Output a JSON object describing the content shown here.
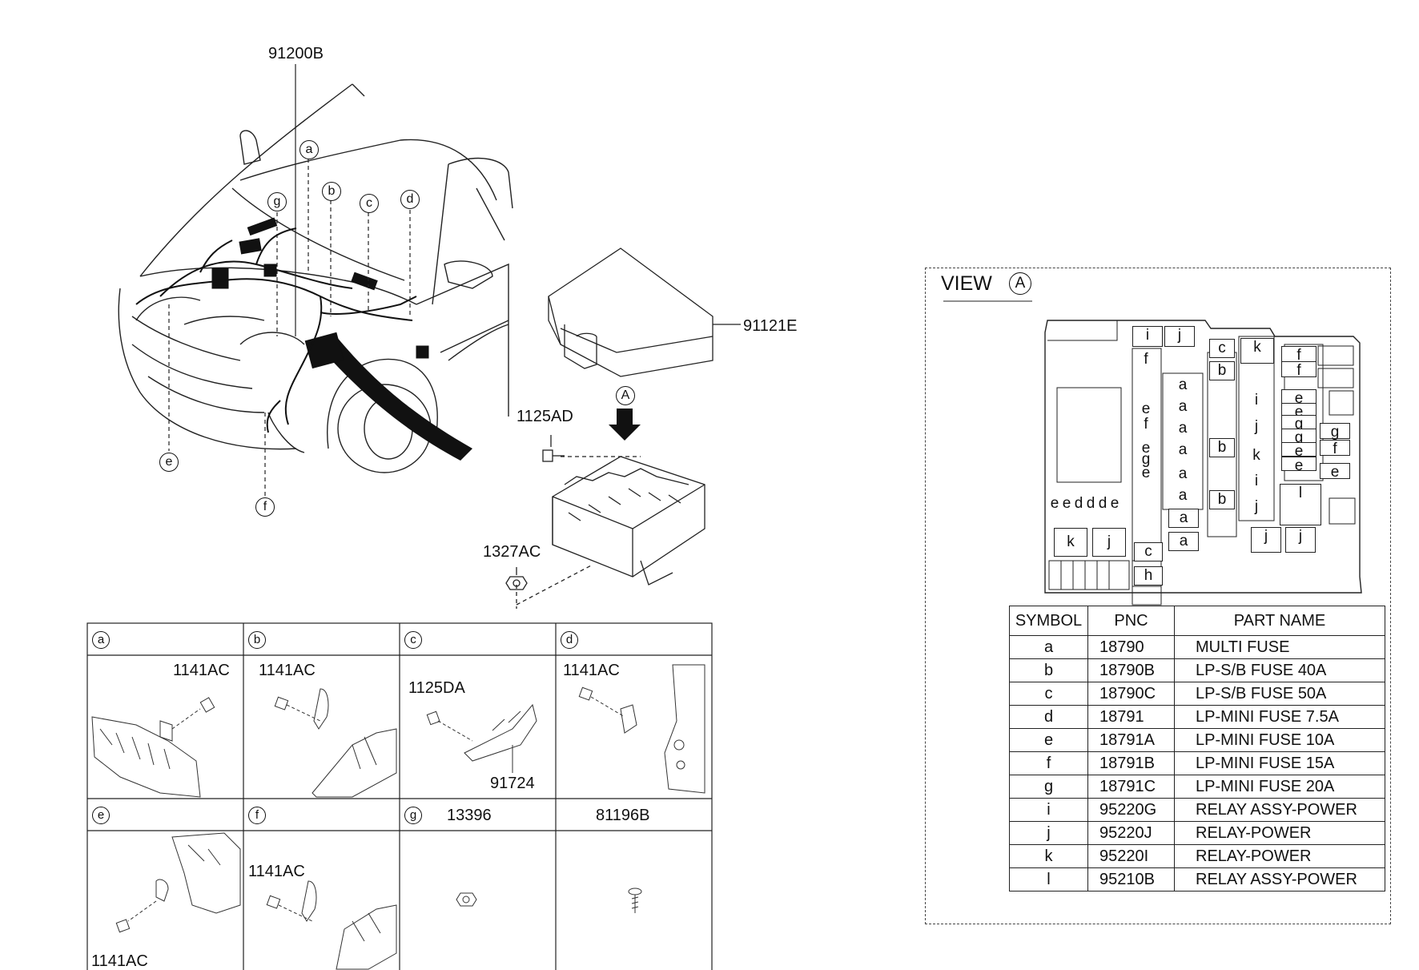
{
  "labels": {
    "harness": "91200B",
    "box_cover": "91121E",
    "bolt": "1125AD",
    "nut": "1327AC",
    "view_ref": "A"
  },
  "callouts": [
    "a",
    "b",
    "c",
    "d",
    "e",
    "f",
    "g"
  ],
  "cells": [
    {
      "letter": "a",
      "parts": [
        "1141AC"
      ]
    },
    {
      "letter": "b",
      "parts": [
        "1141AC"
      ]
    },
    {
      "letter": "c",
      "parts": [
        "1125DA",
        "91724"
      ]
    },
    {
      "letter": "d",
      "parts": [
        "1141AC"
      ]
    },
    {
      "letter": "e",
      "parts": [
        "1141AC"
      ]
    },
    {
      "letter": "f",
      "parts": [
        "1141AC"
      ]
    },
    {
      "letter": "g",
      "parts": [
        "13396"
      ]
    },
    {
      "letter": "",
      "parts": [
        "81196B"
      ]
    }
  ],
  "view": {
    "title": "VIEW",
    "ref": "A",
    "fuse_slots": [
      "i",
      "j",
      "f",
      "e",
      "f",
      "e",
      "g",
      "e",
      "c",
      "b",
      "b",
      "b",
      "k",
      "i",
      "j",
      "k",
      "i",
      "j",
      "l",
      "j",
      "j",
      "f",
      "f",
      "e",
      "e",
      "g",
      "g",
      "e",
      "e",
      "g",
      "f",
      "e",
      "a",
      "a",
      "a",
      "a",
      "a",
      "a",
      "a",
      "a",
      "c",
      "h",
      "e",
      "e",
      "d",
      "d",
      "d",
      "e",
      "k",
      "j"
    ]
  },
  "table": {
    "headers": [
      "SYMBOL",
      "PNC",
      "PART NAME"
    ],
    "rows": [
      [
        "a",
        "18790",
        "MULTI FUSE"
      ],
      [
        "b",
        "18790B",
        "LP-S/B FUSE 40A"
      ],
      [
        "c",
        "18790C",
        "LP-S/B FUSE 50A"
      ],
      [
        "d",
        "18791",
        "LP-MINI FUSE 7.5A"
      ],
      [
        "e",
        "18791A",
        "LP-MINI FUSE 10A"
      ],
      [
        "f",
        "18791B",
        "LP-MINI FUSE 15A"
      ],
      [
        "g",
        "18791C",
        "LP-MINI FUSE 20A"
      ],
      [
        "i",
        "95220G",
        "RELAY ASSY-POWER"
      ],
      [
        "j",
        "95220J",
        "RELAY-POWER"
      ],
      [
        "k",
        "95220I",
        "RELAY-POWER"
      ],
      [
        "l",
        "95210B",
        "RELAY ASSY-POWER"
      ]
    ]
  }
}
